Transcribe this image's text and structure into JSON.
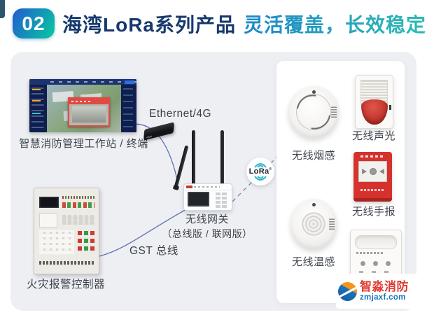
{
  "header": {
    "badge": "02",
    "title": "海湾LoRa系列产品",
    "subtitle": "灵活覆盖，长效稳定"
  },
  "nodes": {
    "workstation": "智慧消防管理工作站 / 终端",
    "ethernet": "Ethernet/4G",
    "gateway_name": "无线网关",
    "gateway_variant": "（总线版 / 联网版）",
    "lora": "LoRa",
    "lora_reg": "®",
    "bus": "GST 总线",
    "controller": "火灾报警控制器"
  },
  "devices": [
    {
      "id": "wireless-smoke-detector",
      "label": "无线烟感"
    },
    {
      "id": "wireless-sounder-strobe",
      "label": "无线声光"
    },
    {
      "id": "wireless-manual-call-point",
      "label": "无线手报"
    },
    {
      "id": "wireless-heat-detector",
      "label": "无线温感"
    }
  ],
  "watermark": {
    "brand": "智淼消防",
    "site": "zmjaxf.com"
  },
  "colors": {
    "badge_gradient": [
      "#1e66cc",
      "#0abfa4"
    ],
    "title_navy": "#16386c",
    "subtitle_gradient": [
      "#1e86c8",
      "#2cbcb2"
    ],
    "panel_bg": "#edeff3",
    "connection_line": "#5f6fae",
    "lora_teal": "#28b8c8",
    "alarm_red": "#d6322d",
    "watermark_red": "#e23a30",
    "watermark_blue": "#1b75bb"
  }
}
